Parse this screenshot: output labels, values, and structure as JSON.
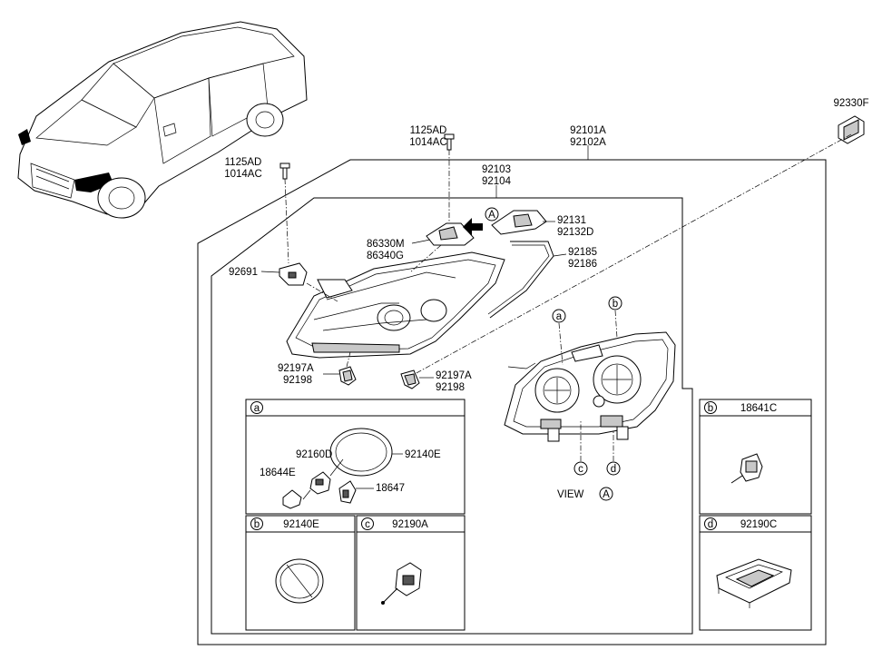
{
  "labels": {
    "top_right_connector": "92330F",
    "top_bolt_a": "1125AD",
    "top_bolt_b": "1014AC",
    "assembly_a": "92101A",
    "assembly_b": "92102A",
    "left_bolt_a": "1125AD",
    "left_bolt_b": "1014AC",
    "housing_a": "92103",
    "housing_b": "92104",
    "bracket_a": "92131",
    "bracket_b": "92132D",
    "cover_a": "86330M",
    "cover_b": "86340G",
    "strip_a": "92185",
    "strip_b": "92186",
    "clip": "92691",
    "bottom_left_bracket_a": "92197A",
    "bottom_left_bracket_b": "92198",
    "bottom_right_bracket_a": "92197A",
    "bottom_right_bracket_b": "92198",
    "view_a": "A",
    "view_caption": "VIEW",
    "view_letter": "A",
    "callout_a": "a",
    "callout_b": "b",
    "callout_c": "c",
    "callout_d": "d"
  },
  "panel_a": {
    "letter": "a",
    "socket": "92160D",
    "bulb": "18644E",
    "cap": "92140E",
    "holder": "18647"
  },
  "panel_b_left": {
    "letter": "b",
    "part": "92140E"
  },
  "panel_c": {
    "letter": "c",
    "part": "92190A"
  },
  "panel_b_right": {
    "letter": "b",
    "part": "18641C"
  },
  "panel_d": {
    "letter": "d",
    "part": "92190C"
  }
}
